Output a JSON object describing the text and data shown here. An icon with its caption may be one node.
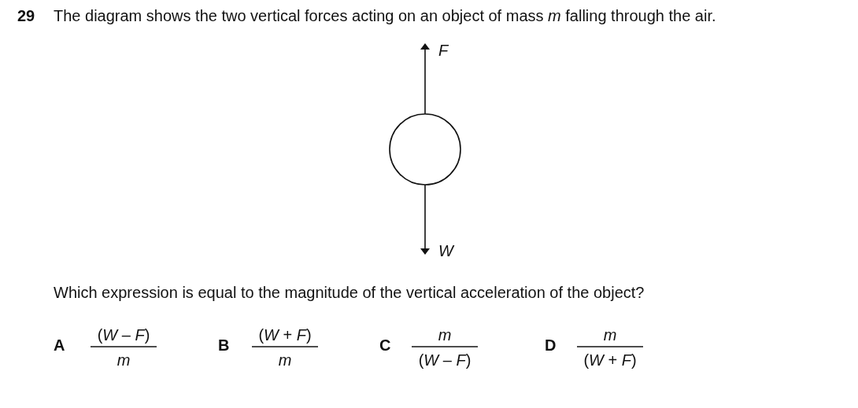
{
  "diagram": {
    "labels": [
      "29",
      "The diagram shows the two vertical forces acting on an object of mass *m* falling through the air.",
      "F",
      "W",
      "Which expression is equal to the magnitude of the vertical acceleration of the object?",
      "A",
      "(*W* – *F*)",
      "m",
      "B",
      "(*W* + *F*)",
      "m",
      "C",
      "m",
      "(*W* – *F*)",
      "D",
      "m",
      "(*W* + *F*)"
    ]
  }
}
